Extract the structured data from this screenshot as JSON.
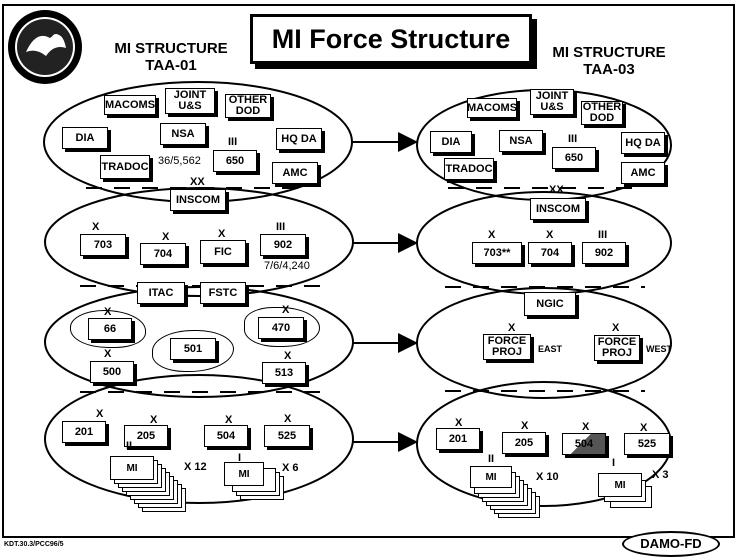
{
  "title": "MI Force Structure",
  "left_column": {
    "heading_line1": "MI STRUCTURE",
    "heading_line2": "TAA-01"
  },
  "right_column": {
    "heading_line1": "MI STRUCTURE",
    "heading_line2": "TAA-03"
  },
  "echelons": {
    "brigade": "X",
    "group": "III",
    "command": "XX",
    "battalion": "II",
    "company": "I"
  },
  "left": {
    "top": {
      "macoms": "MACOMS",
      "joint": "JOINT U&S",
      "other_dod": "OTHER DOD",
      "dia": "DIA",
      "nsa": "NSA",
      "hq_da": "HQ DA",
      "tradoc": "TRADOC",
      "unit650": "650",
      "amc": "AMC",
      "note": "36/5,562",
      "inscom": "INSCOM"
    },
    "second": {
      "u703": "703",
      "u704": "704",
      "fic": "FIC",
      "u902": "902",
      "note": "7/6/4,240",
      "itac": "ITAC",
      "fstc": "FSTC"
    },
    "third": {
      "u66": "66",
      "u501": "501",
      "u470": "470",
      "u500": "500",
      "u513": "513"
    },
    "bottom": {
      "u201": "201",
      "u205": "205",
      "u504": "504",
      "u525": "525",
      "mi1": "MI",
      "mi1_count": "X 12",
      "mi2": "MI",
      "mi2_count": "X 6"
    }
  },
  "right": {
    "top": {
      "macoms": "MACOMS",
      "joint": "JOINT U&S",
      "other_dod": "OTHER DOD",
      "dia": "DIA",
      "nsa": "NSA",
      "hq_da": "HQ DA",
      "tradoc": "TRADOC",
      "unit650": "650",
      "amc": "AMC",
      "inscom": "INSCOM"
    },
    "second": {
      "u703": "703**",
      "u704": "704",
      "u902": "902"
    },
    "third": {
      "ngic": "NGIC",
      "fp1": "FORCE PROJ",
      "fp1_side": "EAST",
      "fp2": "FORCE PROJ",
      "fp2_side": "WEST"
    },
    "bottom": {
      "u201": "201",
      "u205": "205",
      "u504": "504",
      "u525": "525",
      "mi1": "MI",
      "mi1_count": "X 10",
      "mi2": "MI",
      "mi2_count": "X 3"
    }
  },
  "footer": {
    "doc_id": "KDT.30.3/PCC96/5",
    "office": "DAMO-FD"
  }
}
